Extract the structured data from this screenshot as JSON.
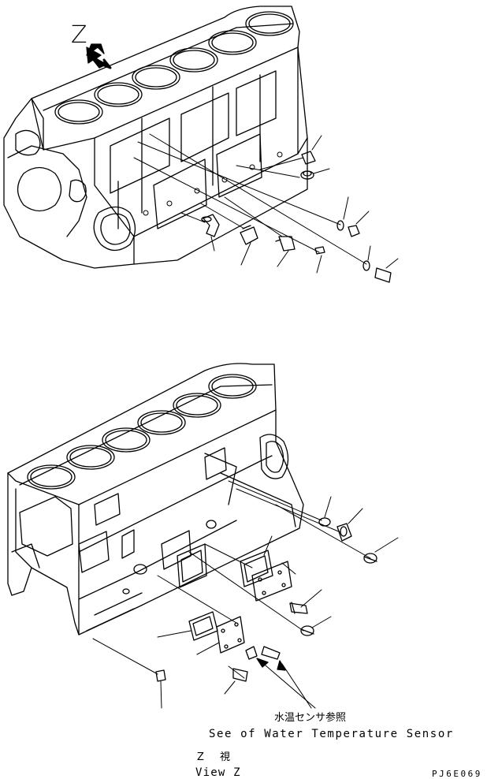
{
  "view_marker": "Z",
  "note_japanese": "水温センサ参照",
  "note_english": "See of Water Temperature Sensor",
  "view_caption_japanese": "Z 視",
  "view_caption_english": "View Z",
  "figure_code": "PJ6E069",
  "colors": {
    "line": "#000000",
    "background": "#ffffff"
  }
}
